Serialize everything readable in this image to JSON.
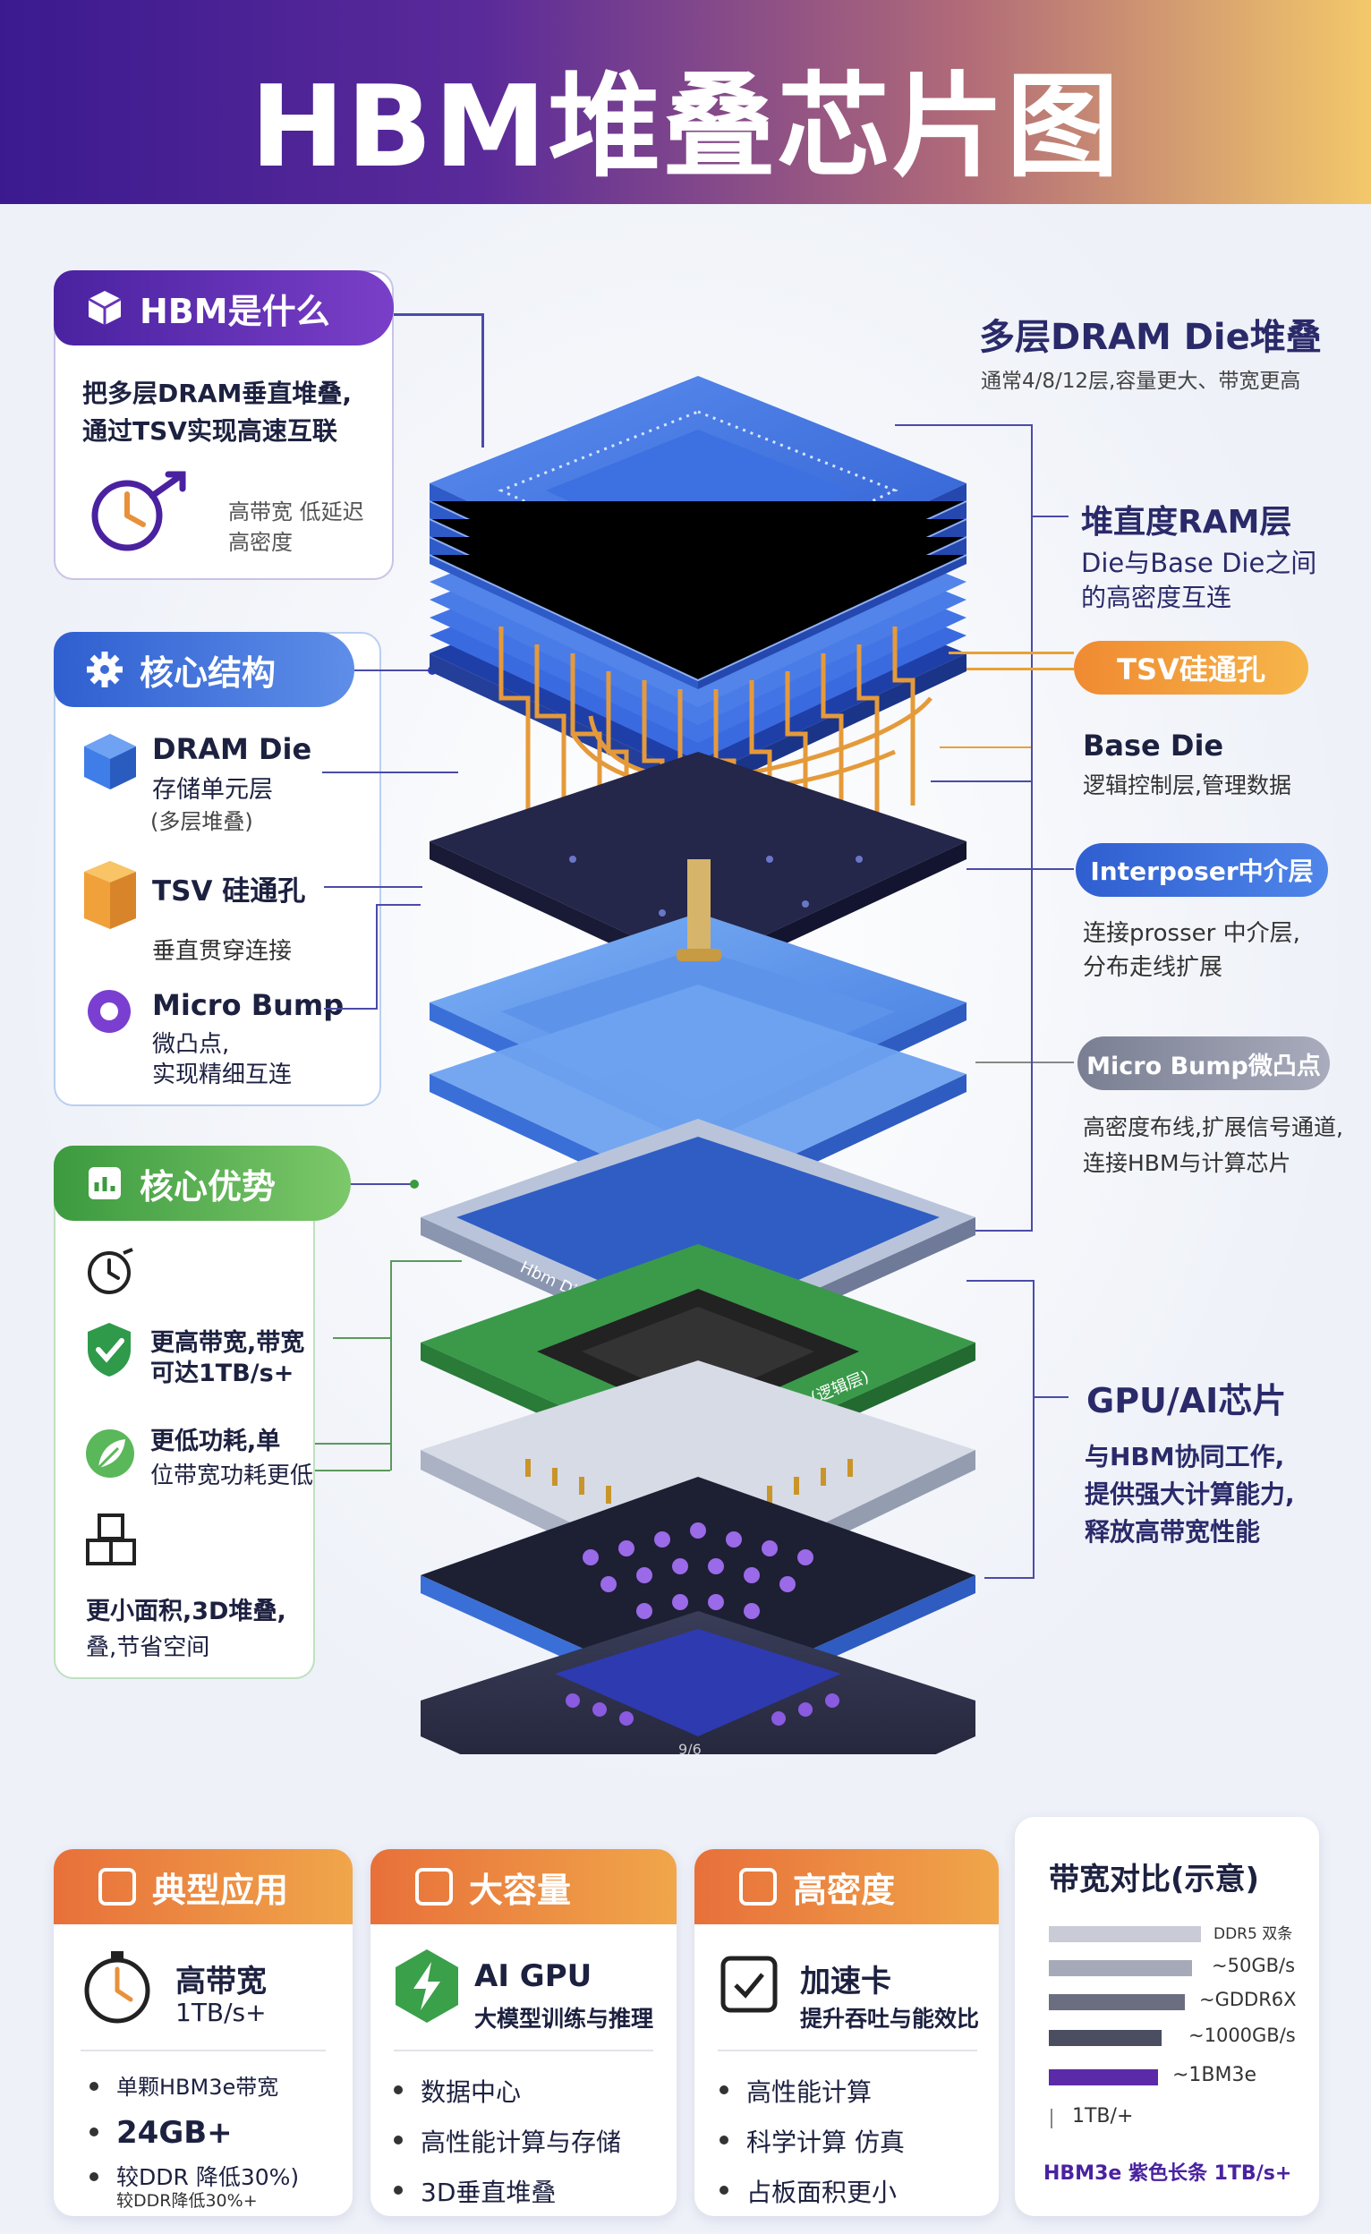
{
  "title": "HBM堆叠芯片图",
  "left": {
    "what": {
      "label": "HBM是什么",
      "desc1": "把多层DRAM垂直堆叠,",
      "desc2": "通过TSV实现高速互联",
      "note1": "高带宽 低延迟",
      "note2": "高密度"
    },
    "core": {
      "label": "核心结构",
      "items": [
        {
          "title": "DRAM Die",
          "line2": "存储单元层",
          "line3": "(多层堆叠)"
        },
        {
          "title": "TSV 硅通孔",
          "line2": "垂直贯穿连接"
        },
        {
          "title": "Micro Bump",
          "line2": "微凸点,",
          "line3": "实现精细互连"
        }
      ]
    },
    "adv": {
      "label": "核心优势",
      "items": [
        {
          "l1": "更高带宽,带宽",
          "l2": "可达1TB/s+"
        },
        {
          "l1": "更低功耗,单",
          "l2": "位带宽功耗更低"
        },
        {
          "l1": "更小面积,3D堆叠,",
          "l2": "叠,节省空间"
        }
      ]
    }
  },
  "right": {
    "dram_title": "多层DRAM Die堆叠",
    "dram_sub": "通常4/8/12层,容量更大、带宽更高",
    "vram_title": "堆直度RAM层",
    "vram_l1": "Die与Base Die之间",
    "vram_l2": "的高密度互连",
    "tsv_tag": "TSV硅通孔",
    "base_title": "Base Die",
    "base_sub": "逻辑控制层,管理数据",
    "interposer_tag": "Interposer中介层",
    "interposer_l1": "连接prosser 中介层,",
    "interposer_l2": "分布走线扩展",
    "bump_tag": "Micro Bump微凸点",
    "bump_l1": "高密度布线,扩展信号通道,",
    "bump_l2": "连接HBM与计算芯片",
    "gpu_title": "GPU/AI芯片",
    "gpu_l1": "与HBM协同工作,",
    "gpu_l2": "提供强大计算能力,",
    "gpu_l3": "释放高带宽性能"
  },
  "chip_labels": {
    "layer1": "Hbm Die (DRAM层)",
    "layer2": "Base Die (逻辑层)",
    "base": "9/6"
  },
  "bottom": {
    "c1": {
      "head": "典型应用",
      "title": "高带宽",
      "sub": "1TB/s+",
      "b1": "单颗HBM3e带宽",
      "b2": "24GB+",
      "b3": "较DDR 降低30%)",
      "b4": "较DDR降低30%+"
    },
    "c2": {
      "head": "大容量",
      "title": "AI GPU",
      "sub": "大模型训练与推理",
      "b1": "数据中心",
      "b2": "高性能计算与存储",
      "b3": "3D垂直堆叠"
    },
    "c3": {
      "head": "高密度",
      "title": "加速卡",
      "sub": "提升吞吐与能效比",
      "b1": "高性能计算",
      "b2": "科学计算 仿真",
      "b3": "占板面积更小"
    },
    "c4": {
      "head": "带宽对比(示意)",
      "rows": [
        "DDR5 双条",
        "~50GB/s",
        "~GDDR6X",
        "~1000GB/s",
        "~1BM3e",
        "1TB/+"
      ],
      "foot": "HBM3e 紫色长条 1TB/s+"
    }
  },
  "colors": {
    "purple": "#5b2ca0",
    "blue": "#3a6fd8",
    "green": "#4aa04a",
    "orange": "#ef8a3c"
  }
}
